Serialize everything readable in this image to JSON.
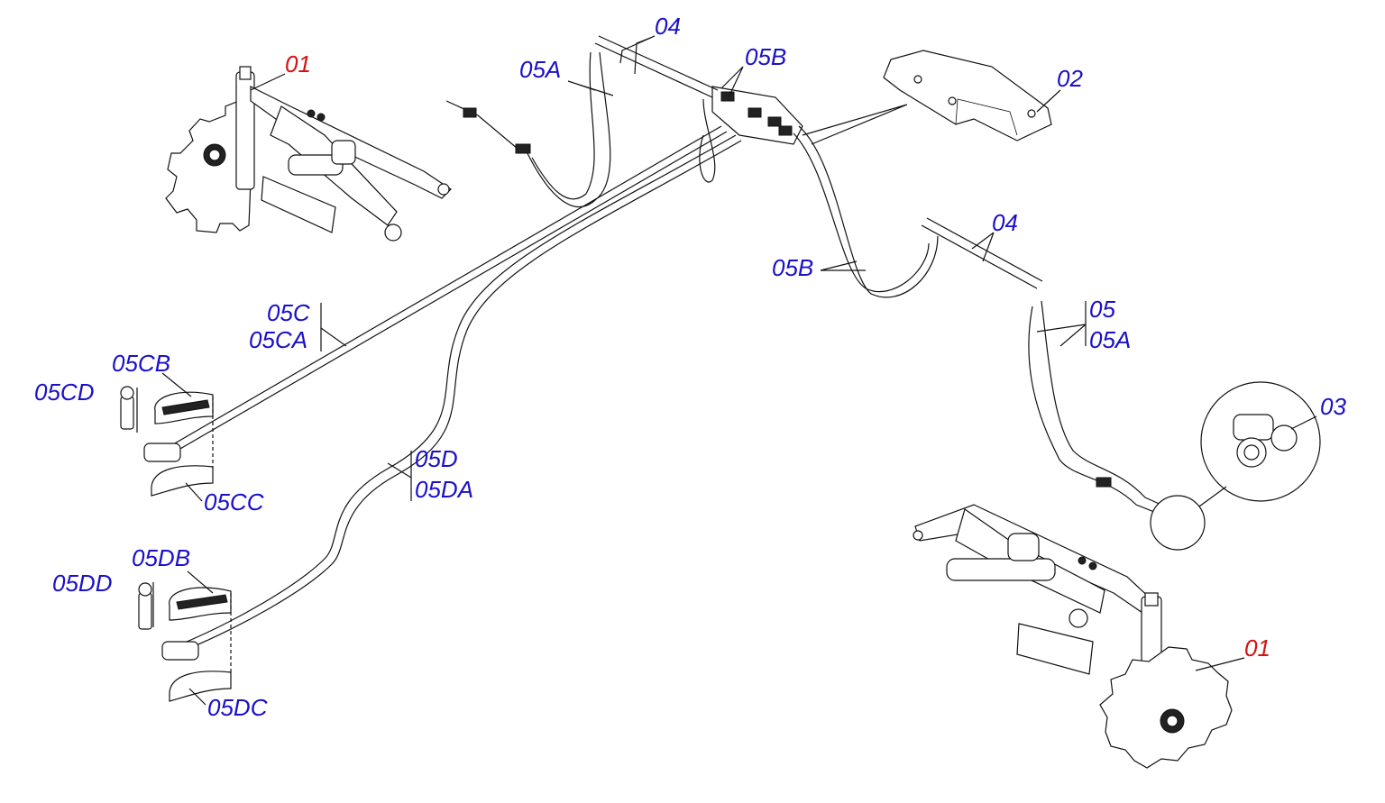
{
  "colors": {
    "callout_blue": "#1a10c8",
    "callout_red": "#d31212",
    "line": "#111111"
  },
  "labels": {
    "l01_top": "01",
    "l01_bottom": "01",
    "l02": "02",
    "l03": "03",
    "l04_top": "04",
    "l04_mid": "04",
    "l05": "05",
    "l05A_top": "05A",
    "l05A_right": "05A",
    "l05B_top": "05B",
    "l05B_mid": "05B",
    "l05C": "05C",
    "l05CA": "05CA",
    "l05CB": "05CB",
    "l05CC": "05CC",
    "l05CD": "05CD",
    "l05D": "05D",
    "l05DA": "05DA",
    "l05DB": "05DB",
    "l05DC": "05DC",
    "l05DD": "05DD"
  }
}
